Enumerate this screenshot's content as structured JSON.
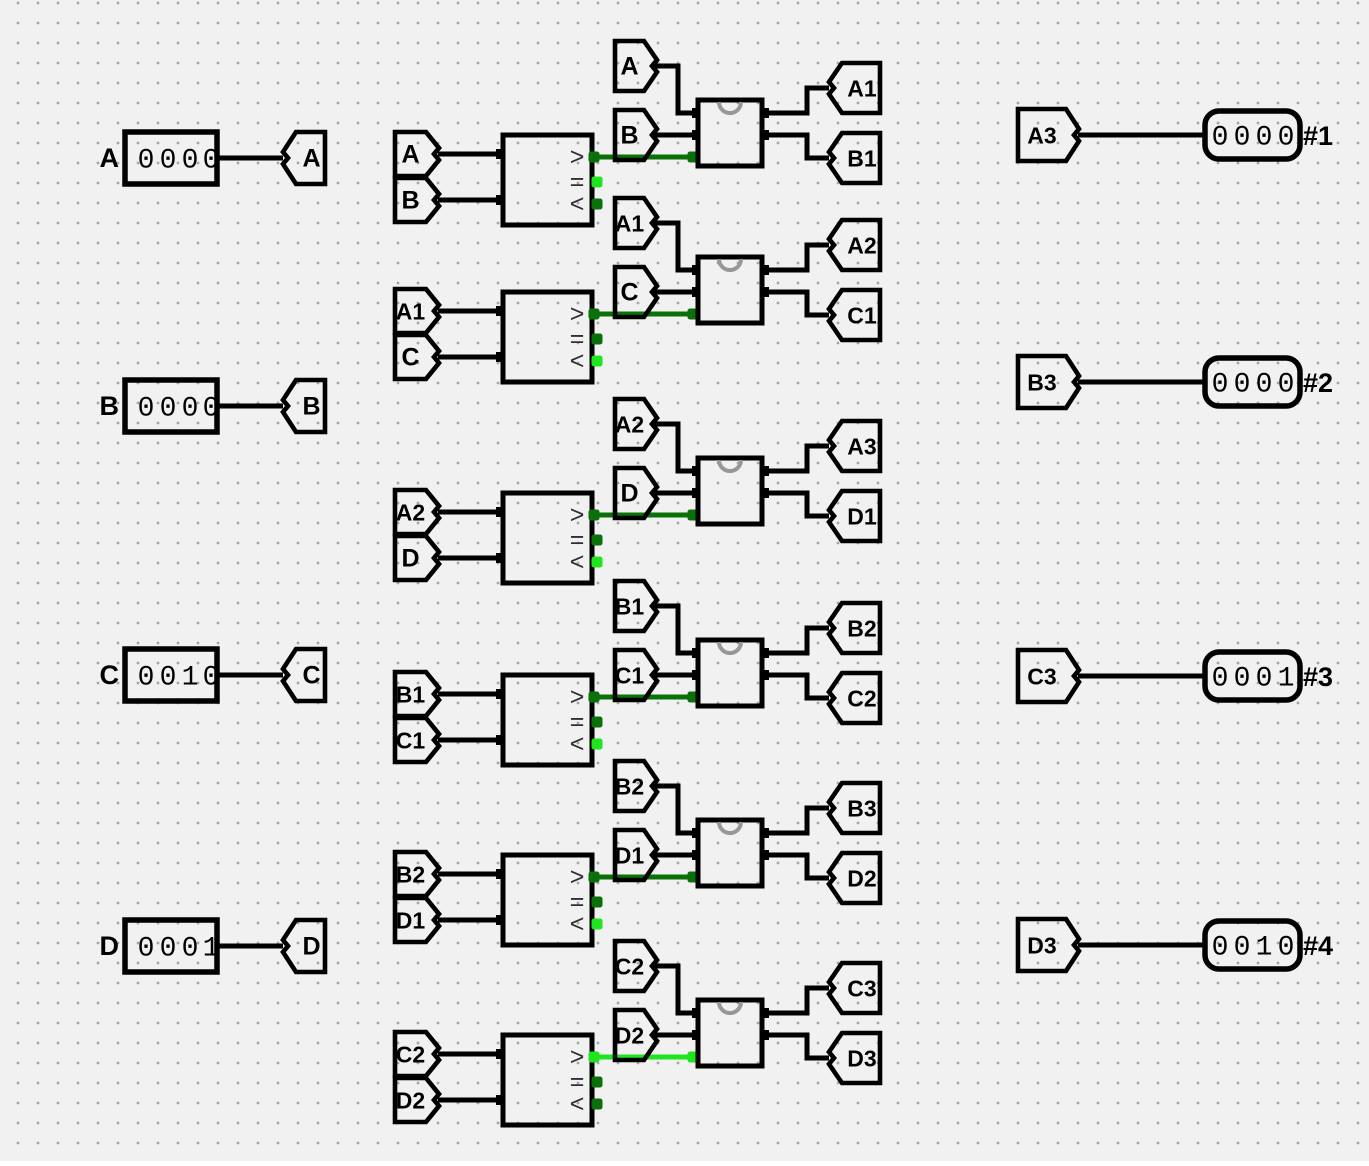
{
  "app": {
    "view": "logic-circuit-canvas"
  },
  "colors": {
    "background": "#f1f1f1",
    "grid_dot": "#a6a6a6",
    "stroke": "#000000",
    "wire_low": "#0a700a",
    "wire_high": "#1fe41f",
    "notch_gray": "#979797",
    "glyph": "#303030"
  },
  "inputs": [
    {
      "label": "A",
      "bits": [
        "0",
        "0",
        "0",
        "0"
      ],
      "tunnel": "A"
    },
    {
      "label": "B",
      "bits": [
        "0",
        "0",
        "0",
        "0"
      ],
      "tunnel": "B"
    },
    {
      "label": "C",
      "bits": [
        "0",
        "0",
        "1",
        "0"
      ],
      "tunnel": "C"
    },
    {
      "label": "D",
      "bits": [
        "0",
        "0",
        "0",
        "1"
      ],
      "tunnel": "D"
    }
  ],
  "comparator": {
    "symbols": {
      "gt": ">",
      "eq": "=",
      "lt": "<"
    }
  },
  "stages": [
    {
      "cmp_in1": "A",
      "cmp_in2": "B",
      "swap_in1": "A",
      "swap_in2": "B",
      "out1": "A1",
      "out2": "B1",
      "gt": "low",
      "eq": "high",
      "lt": "low"
    },
    {
      "cmp_in1": "A1",
      "cmp_in2": "C",
      "swap_in1": "A1",
      "swap_in2": "C",
      "out1": "A2",
      "out2": "C1",
      "gt": "low",
      "eq": "low",
      "lt": "high"
    },
    {
      "cmp_in1": "A2",
      "cmp_in2": "D",
      "swap_in1": "A2",
      "swap_in2": "D",
      "out1": "A3",
      "out2": "D1",
      "gt": "low",
      "eq": "low",
      "lt": "high"
    },
    {
      "cmp_in1": "B1",
      "cmp_in2": "C1",
      "swap_in1": "B1",
      "swap_in2": "C1",
      "out1": "B2",
      "out2": "C2",
      "gt": "low",
      "eq": "low",
      "lt": "high"
    },
    {
      "cmp_in1": "B2",
      "cmp_in2": "D1",
      "swap_in1": "B2",
      "swap_in2": "D1",
      "out1": "B3",
      "out2": "D2",
      "gt": "low",
      "eq": "low",
      "lt": "high"
    },
    {
      "cmp_in1": "C2",
      "cmp_in2": "D2",
      "swap_in1": "C2",
      "swap_in2": "D2",
      "out1": "C3",
      "out2": "D3",
      "gt": "high",
      "eq": "low",
      "lt": "low"
    }
  ],
  "outputs": [
    {
      "tunnel": "A3",
      "bits": [
        "0",
        "0",
        "0",
        "0"
      ],
      "label": "#1"
    },
    {
      "tunnel": "B3",
      "bits": [
        "0",
        "0",
        "0",
        "0"
      ],
      "label": "#2"
    },
    {
      "tunnel": "C3",
      "bits": [
        "0",
        "0",
        "0",
        "1"
      ],
      "label": "#3"
    },
    {
      "tunnel": "D3",
      "bits": [
        "0",
        "0",
        "1",
        "0"
      ],
      "label": "#4"
    }
  ]
}
